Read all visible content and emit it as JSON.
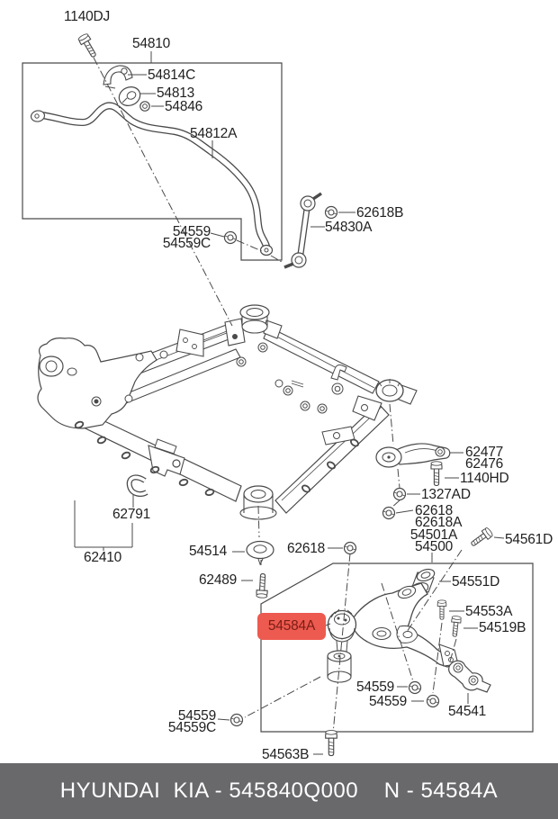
{
  "doc_type": "parts-catalog-diagram",
  "footer": {
    "text": "HYUNDAI  KIA - 545840Q000    N - 54584A"
  },
  "highlight": {
    "label": "54584A"
  },
  "colors": {
    "line": "#4a4a4a",
    "highlight_bg": "#ed5a50",
    "highlight_text": "#7a1d15",
    "footer_bg": "#69686b",
    "footer_text": "#ffffff"
  },
  "labels": {
    "n1140dj": "1140DJ",
    "n54810": "54810",
    "n54814c": "54814C",
    "n54813": "54813",
    "n54846": "54846",
    "n54812a": "54812A",
    "n62618b": "62618B",
    "n54830a": "54830A",
    "n54559_u": "54559",
    "n54559c_u": "54559C",
    "n62477": "62477",
    "n62476": "62476",
    "n1140hd": "1140HD",
    "n1327ad": "1327AD",
    "n62618_r": "62618",
    "n62618a": "62618A",
    "n54501a": "54501A",
    "n54500": "54500",
    "n54561d": "54561D",
    "n62791": "62791",
    "n62410": "62410",
    "n54514": "54514",
    "n62618_m": "62618",
    "n62489": "62489",
    "n54551d": "54551D",
    "n54553a": "54553A",
    "n54519b": "54519B",
    "n54559_m1": "54559",
    "n54559_m2": "54559",
    "n54541": "54541",
    "n54559_b": "54559",
    "n54559c_b": "54559C",
    "n54563b": "54563B"
  }
}
